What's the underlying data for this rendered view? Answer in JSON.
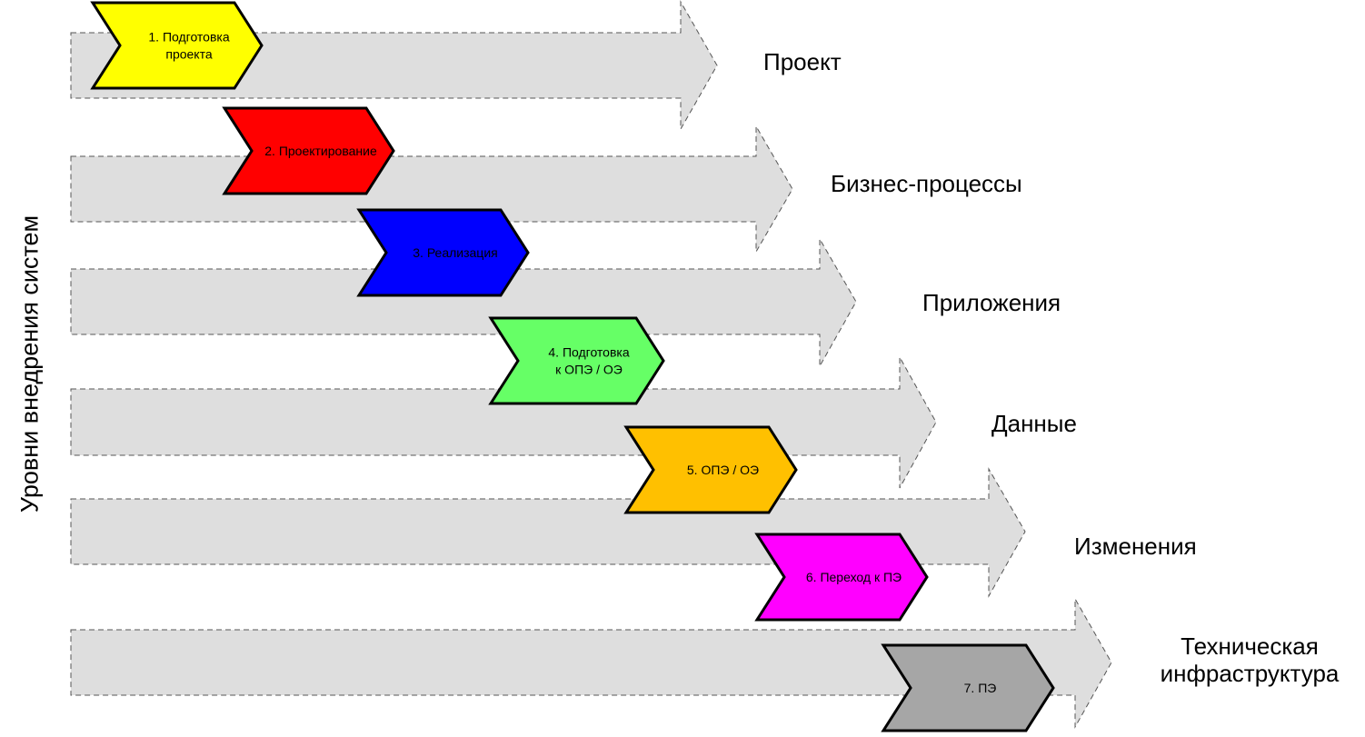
{
  "axis_title": "Уровни внедрения систем",
  "levels": [
    {
      "label": "Проект"
    },
    {
      "label": "Бизнес-процессы"
    },
    {
      "label": "Приложения"
    },
    {
      "label": "Данные"
    },
    {
      "label": "Изменения"
    },
    {
      "label": "Техническая\nинфраструктура"
    }
  ],
  "stages": [
    {
      "lines": [
        "1. Подготовка",
        "проекта"
      ],
      "color": "#ffff00",
      "text_color": "#000000"
    },
    {
      "lines": [
        "2. Проектирование"
      ],
      "color": "#ff0000",
      "text_color": "#000000"
    },
    {
      "lines": [
        "3. Реализация"
      ],
      "color": "#0000ff",
      "text_color": "#000000"
    },
    {
      "lines": [
        "4. Подготовка",
        "к ОПЭ / ОЭ"
      ],
      "color": "#66ff66",
      "text_color": "#000000"
    },
    {
      "lines": [
        "5. ОПЭ / ОЭ"
      ],
      "color": "#ffc000",
      "text_color": "#000000"
    },
    {
      "lines": [
        "6. Переход к ПЭ"
      ],
      "color": "#ff00ff",
      "text_color": "#000000"
    },
    {
      "lines": [
        "7. ПЭ"
      ],
      "color": "#a6a6a6",
      "text_color": "#000000"
    }
  ],
  "colors": {
    "arrow_fill": "#dedede",
    "arrow_stroke": "#555555"
  }
}
